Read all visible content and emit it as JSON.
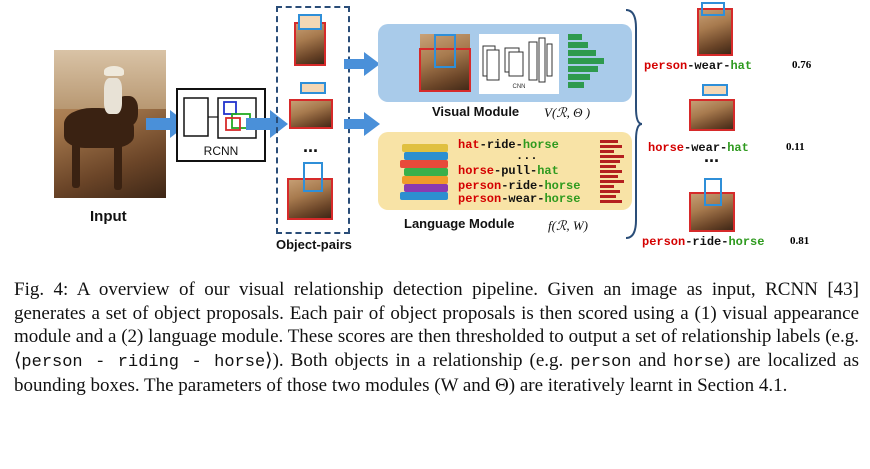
{
  "figure": {
    "input_label": "Input",
    "rcnn_label": "RCNN",
    "object_pairs_label": "Object-pairs",
    "ellipsis": "...",
    "visual_module": {
      "label": "Visual Module",
      "formula": "V(ℛ, Θ )",
      "cnn_label": "CNN"
    },
    "language_module": {
      "label": "Language Module",
      "formula": "f(ℛ, W)",
      "triples": [
        {
          "subject": "hat",
          "predicate": "ride",
          "object": "horse"
        },
        {
          "subject": "horse",
          "predicate": "pull",
          "object": "hat"
        },
        {
          "subject": "person",
          "predicate": "ride",
          "object": "horse"
        },
        {
          "subject": "person",
          "predicate": "wear",
          "object": "horse"
        }
      ]
    },
    "outputs": [
      {
        "subject": "person",
        "predicate": "wear",
        "object": "hat",
        "score": "0.76"
      },
      {
        "subject": "horse",
        "predicate": "wear",
        "object": "hat",
        "score": "0.11"
      },
      {
        "subject": "person",
        "predicate": "ride",
        "object": "horse",
        "score": "0.81"
      }
    ],
    "colors": {
      "subject": "#d40000",
      "object": "#2e9a1e",
      "arrow": "#4a90d9",
      "visual_bg": "#a9cbea",
      "language_bg": "#f8e3a6",
      "red_box": "#d62a2a",
      "blue_box": "#2f8fd8"
    }
  },
  "caption": {
    "part1": "Fig. 4: A overview of our visual relationship detection pipeline. Given an image as input, RCNN [43] generates a set of object proposals. Each pair of object proposals is then scored using a (1) visual appearance module and a (2) language module. These scores are then thresholded to output a set of relationship labels (e.g. ⟨",
    "tt1": "person - riding - horse",
    "part2": "⟩). Both objects in a relationship (e.g. ",
    "tt2": "person",
    "part3": " and ",
    "tt3": "horse",
    "part4": ") are localized as bounding boxes. The parameters of those two modules (W and Θ) are iteratively learnt in Section 4.1."
  }
}
